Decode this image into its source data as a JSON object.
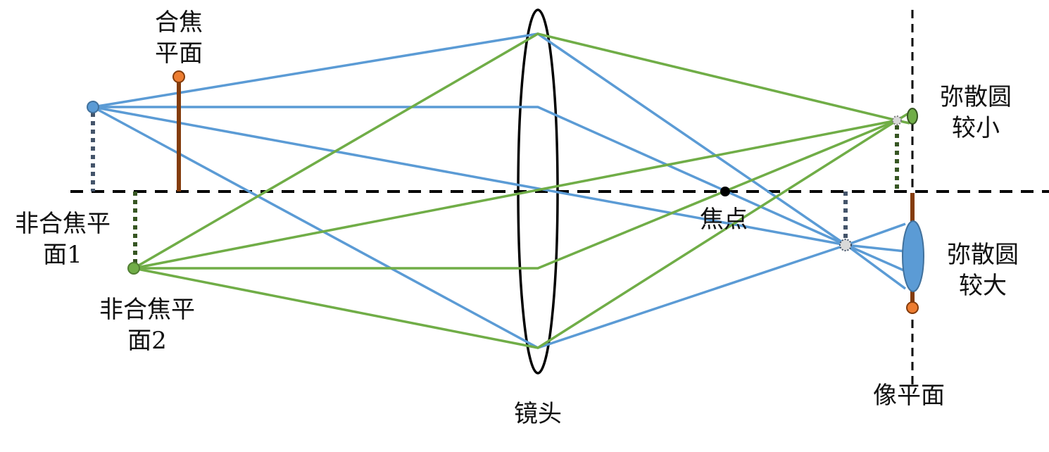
{
  "labels": {
    "focus_plane": "合焦\n平面",
    "defocus_plane_1": "非合焦平\n面1",
    "defocus_plane_2": "非合焦平\n面2",
    "lens": "镜头",
    "focal_point": "焦点",
    "coc_small": "弥散圆\n较小",
    "coc_large": "弥散圆\n较大",
    "image_plane": "像平面"
  },
  "colors": {
    "blue_ray": "#5b9bd5",
    "green_ray": "#70ad47",
    "orange_point": "#ed7d31",
    "brown_bar": "#843c0c",
    "axis": "#000000",
    "blue_dotted": "#44546a",
    "green_dotted": "#375623"
  }
}
